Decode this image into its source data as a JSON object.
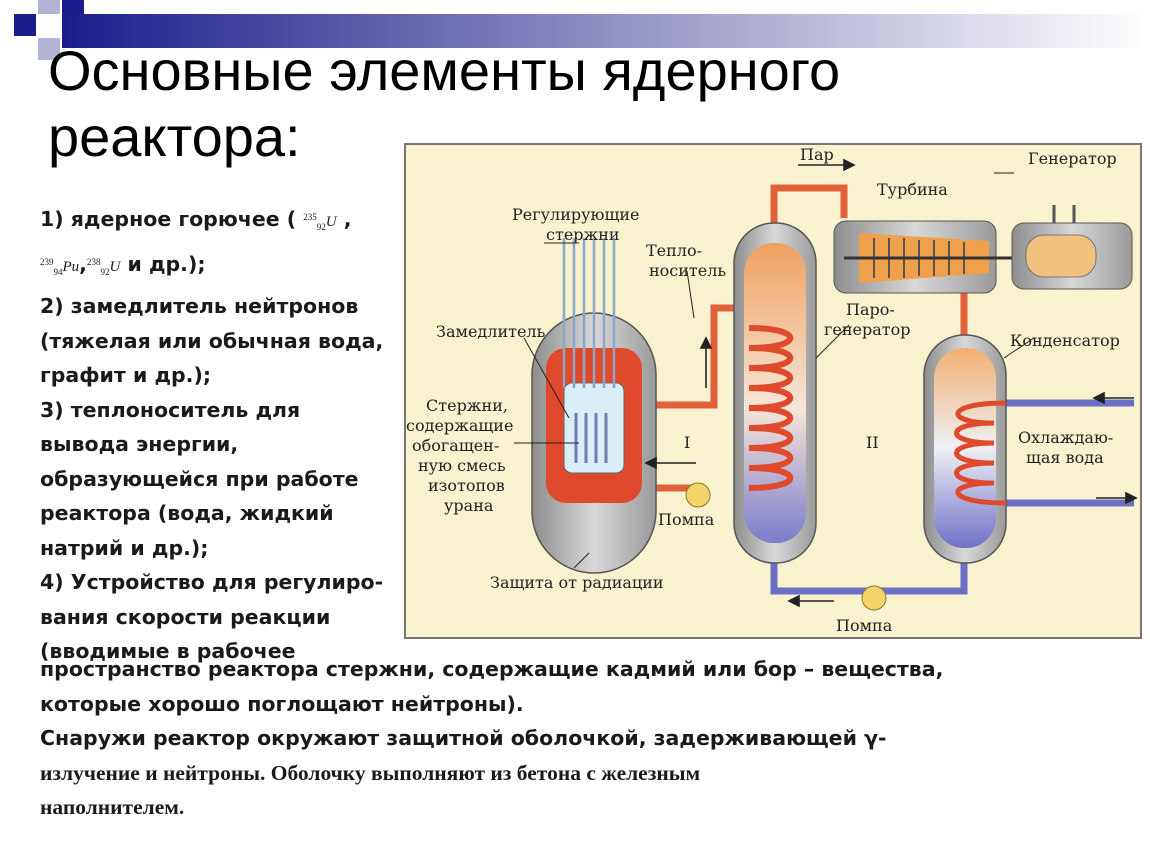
{
  "title_lines": [
    "Основные элементы ядерного",
    "реактора:"
  ],
  "list": {
    "line1_text": "1) ядерное горючее ( ",
    "line1_end": " ,",
    "iso_u235": {
      "mass": "235",
      "number": "92",
      "symbol": "U"
    },
    "iso_pu239": {
      "mass": "239",
      "number": "94",
      "symbol": "Pu"
    },
    "iso_u238": {
      "mass": "238",
      "number": "92",
      "symbol": "U"
    },
    "line2_sep": ",",
    "line2_end": " и др.);",
    "lines": [
      "2) замедлитель нейтронов",
      "(тяжелая или обычная вода,",
      "графит и др.);",
      "3) теплоноситель для",
      "вывода энергии,",
      "образующейся при работе",
      "реактора (вода, жидкий",
      "натрий и др.);",
      "4) Устройство для регулиро-",
      "вания скорости реакции",
      "(вводимые в рабочее"
    ]
  },
  "paragraph": {
    "line1": "пространство реактора стержни, содержащие кадмий или бор – вещества,",
    "line2": "которые хорошо поглощают нейтроны).",
    "line3": "  Снаружи реактор окружают защитной оболочкой, задерживающей γ-",
    "line4": "излучение и нейтроны. Оболочку выполняют из бетона с железным",
    "line5": "наполнителем."
  },
  "diagram": {
    "labels": {
      "steam": "Пар",
      "generator": "Генератор",
      "turbine": "Турбина",
      "control_rods_1": "Регулирующие",
      "control_rods_2": "стержни",
      "coolant_1": "Тепло-",
      "coolant_2": "носитель",
      "steam_gen_1": "Паро-",
      "steam_gen_2": "генератор",
      "moderator": "Замедлитель",
      "condenser": "Конденсатор",
      "fuel_1": "Стержни,",
      "fuel_2": "содержащие",
      "fuel_3": "обогащен-",
      "fuel_4": "ную смесь",
      "fuel_5": "изотопов",
      "fuel_6": "урана",
      "circuit_1": "I",
      "circuit_2": "II",
      "cooling_water_1": "Охлаждаю-",
      "cooling_water_2": "щая вода",
      "pump_1": "Помпа",
      "protection": "Защита от радиации",
      "pump_2": "Помпа"
    },
    "colors": {
      "background": "#f8f2cf",
      "hot_loop": "#e2613d",
      "cold_loop": "#6b6fc6",
      "vessel": "#b8b8b8",
      "core": "#e04a2c"
    }
  }
}
